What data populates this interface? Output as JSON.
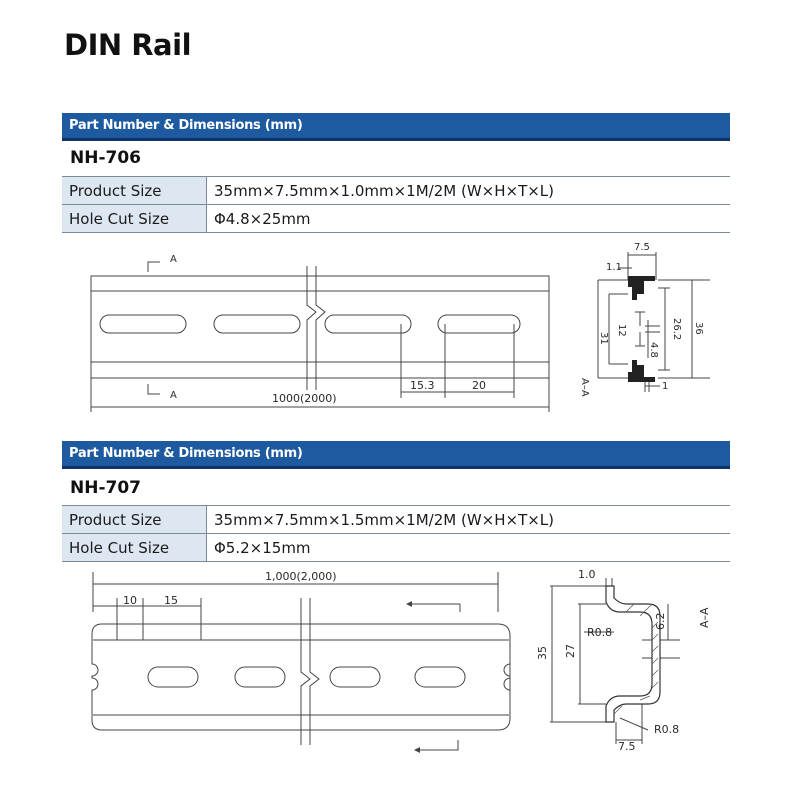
{
  "title": "DIN Rail",
  "sections": [
    {
      "header": "Part Number & Dimensions (mm)",
      "part": "NH-706",
      "rows": [
        {
          "label": "Product Size",
          "value": "35mm×7.5mm×1.0mm×1M/2M (W×H×T×L)"
        },
        {
          "label": "Hole Cut Size",
          "value": "Φ4.8×25mm"
        }
      ],
      "drawing": {
        "section_marker": "A",
        "length": "1000(2000)",
        "dim_a": "15.3",
        "dim_b": "20",
        "section_label": "A–A",
        "profile": {
          "top": "7.5",
          "lip": "1.1",
          "h31": "31",
          "h12": "12",
          "h26": "26.2",
          "h36": "36",
          "hole": "4.8",
          "bottom": "1"
        }
      }
    },
    {
      "header": "Part Number & Dimensions (mm)",
      "part": "NH-707",
      "rows": [
        {
          "label": "Product Size",
          "value": "35mm×7.5mm×1.5mm×1M/2M (W×H×T×L)"
        },
        {
          "label": "Hole Cut Size",
          "value": "Φ5.2×15mm"
        }
      ],
      "drawing": {
        "length": "1,000(2,000)",
        "dim_a": "10",
        "dim_b": "15",
        "section_label": "A–A",
        "profile": {
          "top": "1.0",
          "r_top": "R0.8",
          "r_bottom": "R0.8",
          "h35": "35",
          "h27": "27",
          "h62": "6.2",
          "bottom": "7.5"
        }
      }
    }
  ]
}
